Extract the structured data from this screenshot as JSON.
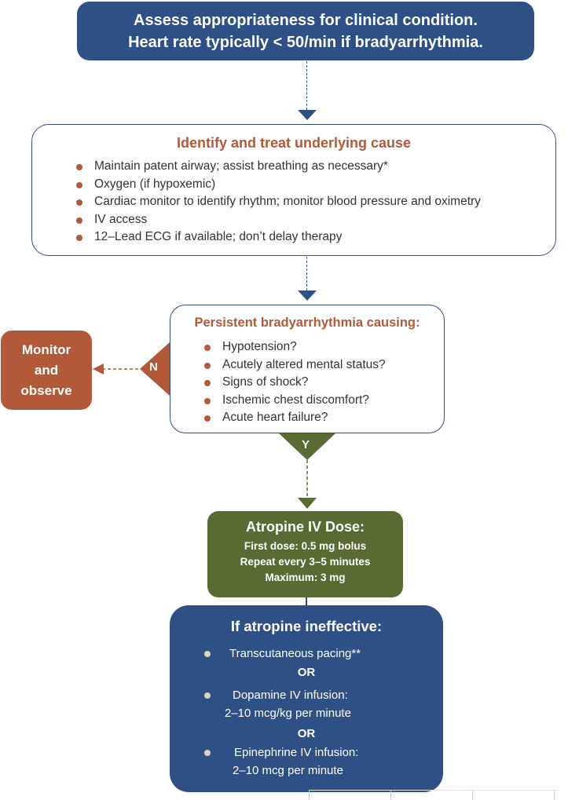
{
  "assess": {
    "line1": "Assess appropriateness for clinical condition.",
    "line2": "Heart rate typically < 50/min if bradyarrhythmia."
  },
  "identify": {
    "title": "Identify and treat underlying cause",
    "items": [
      "Maintain patent airway; assist breathing as necessary*",
      "Oxygen (if hypoxemic)",
      "Cardiac monitor to identify rhythm; monitor blood pressure and oximetry",
      "IV access",
      "12–Lead ECG if available; don’t delay therapy"
    ]
  },
  "persistent": {
    "title": "Persistent bradyarrhythmia causing:",
    "items": [
      "Hypotension?",
      "Acutely altered mental status?",
      "Signs of shock?",
      "Ischemic chest discomfort?",
      "Acute heart failure?"
    ],
    "no_label": "N",
    "yes_label": "Y"
  },
  "monitor": {
    "line1": "Monitor",
    "line2": "and",
    "line3": "observe"
  },
  "atropine": {
    "title": "Atropine IV Dose:",
    "line1": "First dose: 0.5 mg bolus",
    "line2": "Repeat every 3–5 minutes",
    "line3": "Maximum: 3 mg"
  },
  "ineffective": {
    "title": "If atropine ineffective:",
    "item1": "Transcutaneous pacing**",
    "or1": "OR",
    "item2_line1": "Dopamine IV infusion:",
    "item2_line2": "2–10 mcg/kg per minute",
    "or2": "OR",
    "item3_line1": "Epinephrine IV infusion:",
    "item3_line2": "2–10 mcg per minute"
  },
  "colors": {
    "blue": "#2f5085",
    "rust": "#b2593a",
    "olive": "#576b33"
  }
}
